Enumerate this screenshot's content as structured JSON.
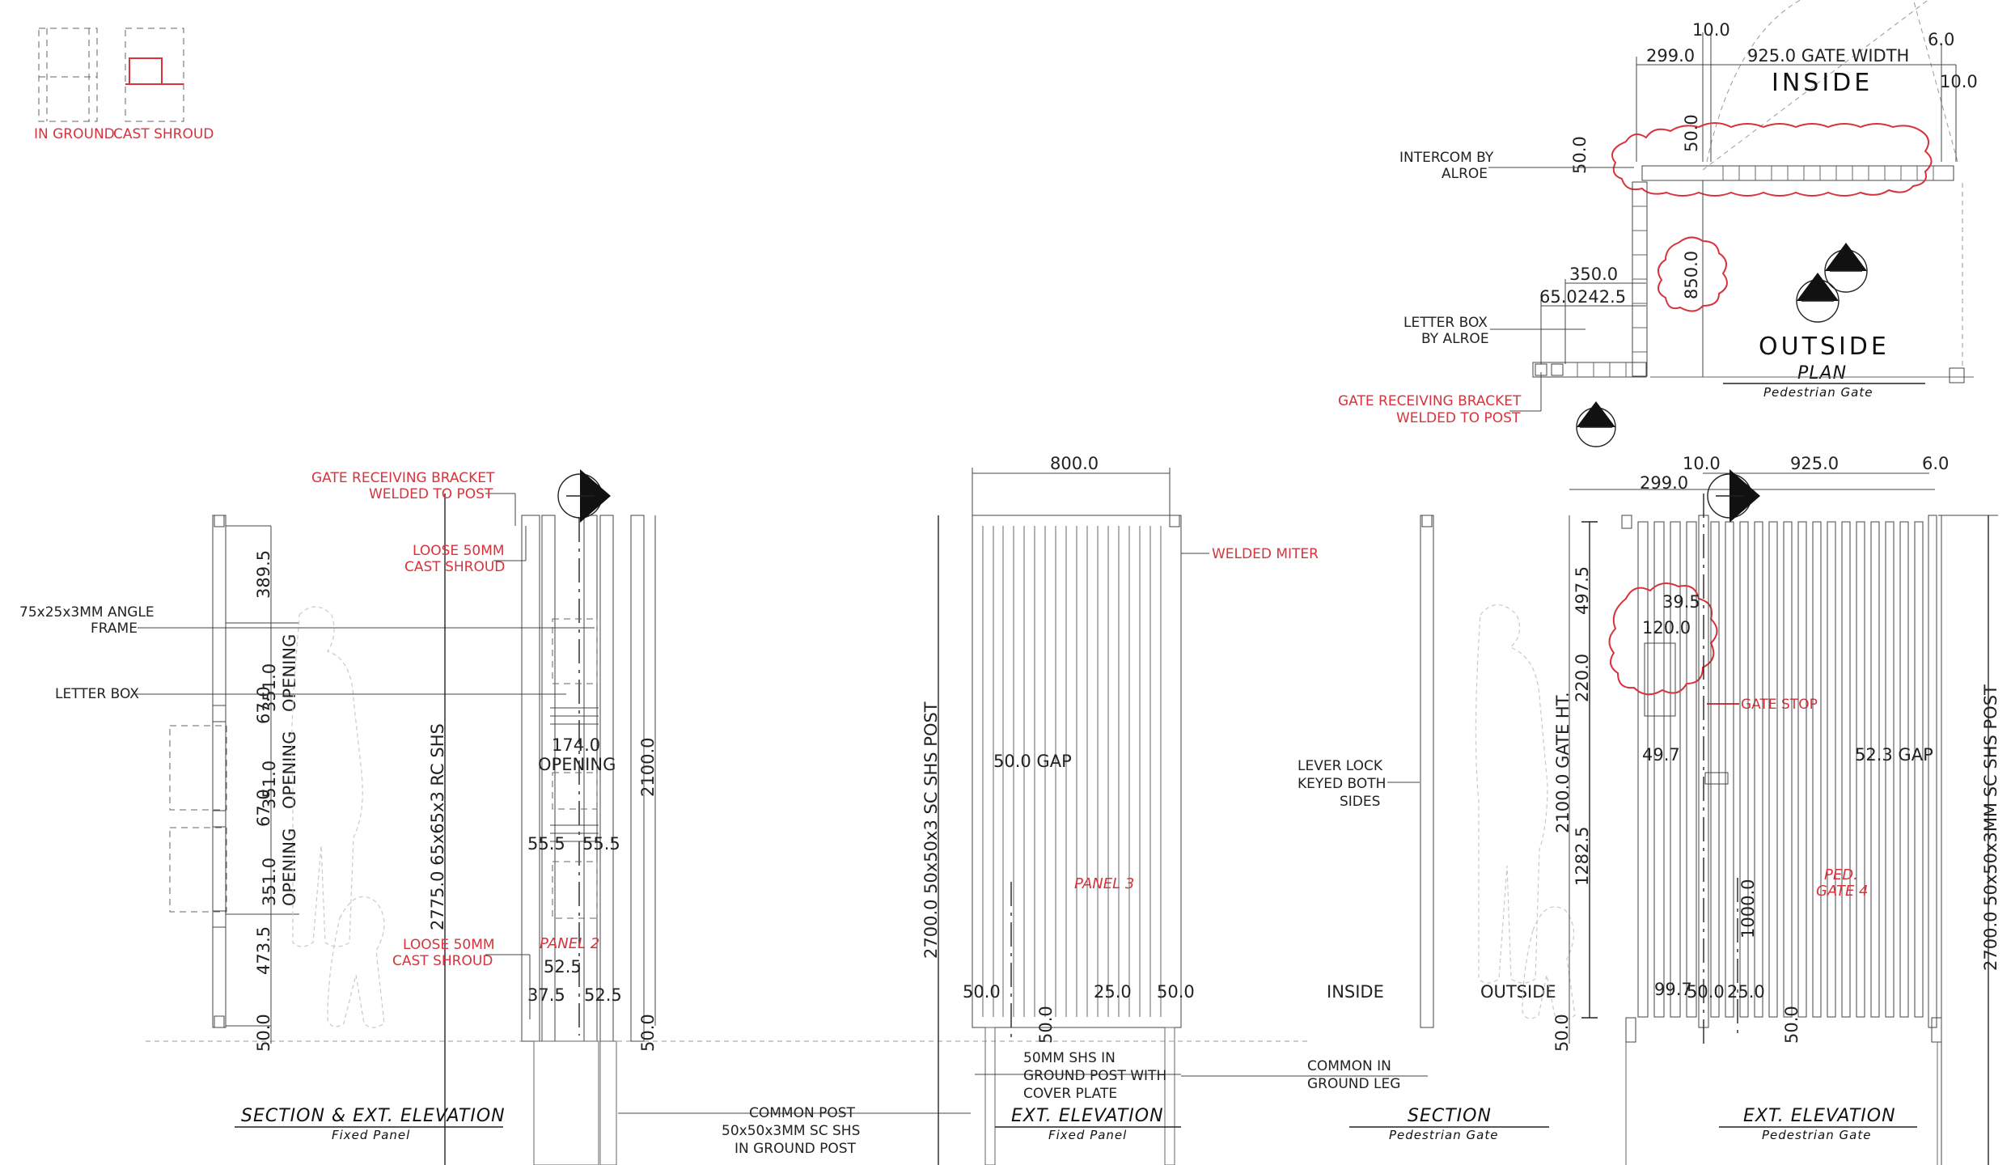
{
  "legend": {
    "in_ground": "IN GROUND",
    "cast_shroud": "CAST SHROUD"
  },
  "plan": {
    "dim_10": "10.0",
    "dim_6": "6.0",
    "dim_299": "299.0",
    "gate_width": "925.0 GATE WIDTH",
    "dim_10b": "10.0",
    "dim_50a": "50.0",
    "dim_50b": "50.0",
    "dim_350": "350.0",
    "dim_65": "65.0",
    "dim_242": "242.5",
    "dim_850": "850.0",
    "inside": "INSIDE",
    "outside": "OUTSIDE",
    "intercom_1": "INTERCOM BY",
    "intercom_2": "ALROE",
    "letterbox_1": "LETTER BOX",
    "letterbox_2": "BY ALROE",
    "bracket_1": "GATE RECEIVING BRACKET",
    "bracket_2": "WELDED TO POST",
    "title": "PLAN",
    "subtitle": "Pedestrian Gate"
  },
  "fixed_panel": {
    "bracket_1": "GATE RECEIVING BRACKET",
    "bracket_2": "WELDED TO POST",
    "shroud_1": "LOOSE 50MM",
    "shroud_2": "CAST SHROUD",
    "shroud_b1": "LOOSE 50MM",
    "shroud_b2": "CAST SHROUD",
    "angle_1": "75x25x3MM ANGLE",
    "angle_2": "FRAME",
    "letterbox": "LETTER BOX",
    "dim_389": "389.5",
    "dim_351a": "351.0",
    "dim_67a": "67.0",
    "dim_351b": "351.0",
    "dim_67b": "67.0",
    "dim_351c": "351.0",
    "dim_473": "473.5",
    "dim_50": "50.0",
    "opening": "OPENING",
    "post": "2775.0 65x65x3 RC SHS",
    "dim_174": "174.0",
    "dim_2100": "2100.0",
    "dim_555a": "55.5",
    "dim_555b": "55.5",
    "panel": "PANEL 2",
    "dim_525a": "52.5",
    "dim_375": "37.5",
    "dim_525b": "52.5",
    "dim_50b": "50.0",
    "title": "SECTION & EXT. ELEVATION",
    "subtitle": "Fixed Panel"
  },
  "common_post": {
    "l1": "COMMON POST",
    "l2": "50x50x3MM SC SHS",
    "l3": "IN GROUND POST"
  },
  "ext_fixed": {
    "dim_800": "800.0",
    "welded": "WELDED MITER",
    "post": "2700.0 50x50x3 SC SHS POST",
    "gap": "50.0 GAP",
    "panel": "PANEL 3",
    "dim_50a": "50.0",
    "dim_25": "25.0",
    "dim_50b": "50.0",
    "dim_50c": "50.0",
    "shs_1": "50MM SHS IN",
    "shs_2": "GROUND POST WITH",
    "shs_3": "COVER PLATE",
    "title": "EXT. ELEVATION",
    "subtitle": "Fixed Panel"
  },
  "ground_leg": {
    "l1": "COMMON IN",
    "l2": "GROUND LEG"
  },
  "ped": {
    "dim_10": "10.0",
    "dim_925": "925.0",
    "dim_6": "6.0",
    "dim_299": "299.0",
    "dim_497": "497.5",
    "dim_395": "39.5",
    "dim_120": "120.0",
    "dim_220": "220.0",
    "gate_stop": "GATE STOP",
    "gate_ht": "2100.0 GATE HT.",
    "dim_497b": "49.7",
    "dim_523": "52.3 GAP",
    "dim_1282": "1282.5",
    "dim_1000": "1000.0",
    "lever_1": "LEVER LOCK",
    "lever_2": "KEYED BOTH",
    "lever_3": "SIDES",
    "ped_1": "PED.",
    "ped_2": "GATE 4",
    "inside": "INSIDE",
    "outside": "OUTSIDE",
    "dim_997": "99.7",
    "dim_50a": "50.0",
    "dim_25": "25.0",
    "dim_50b": "50.0",
    "dim_50c": "50.0",
    "post": "2700.0 50x50x3MM SC SHS POST",
    "section_title": "SECTION",
    "section_sub": "Pedestrian Gate",
    "elev_title": "EXT. ELEVATION",
    "elev_sub": "Pedestrian Gate"
  }
}
